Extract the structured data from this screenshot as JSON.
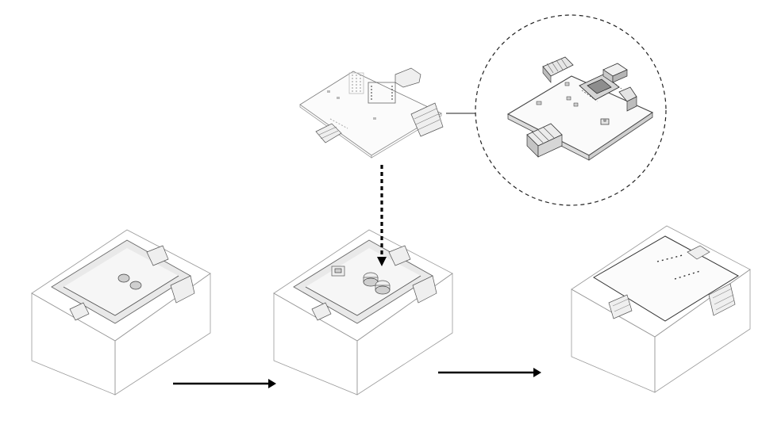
{
  "diagram": {
    "steps": [
      {
        "id": "enclosure-empty",
        "components": [
          "cavity",
          "mounting-holes",
          "side-slots"
        ]
      },
      {
        "id": "enclosure-with-standoffs",
        "components": [
          "cavity",
          "standoffs",
          "side-slots"
        ]
      },
      {
        "id": "enclosure-assembled",
        "components": [
          "pcb",
          "connectors"
        ]
      }
    ],
    "pcb": {
      "components": [
        "pin-headers",
        "microcontroller-module",
        "usb-connector",
        "side-connectors",
        "push-button"
      ]
    },
    "colors": {
      "lines": "#9a9a9a",
      "arrows": "#000000",
      "cavity": "#e9e9e9"
    }
  }
}
